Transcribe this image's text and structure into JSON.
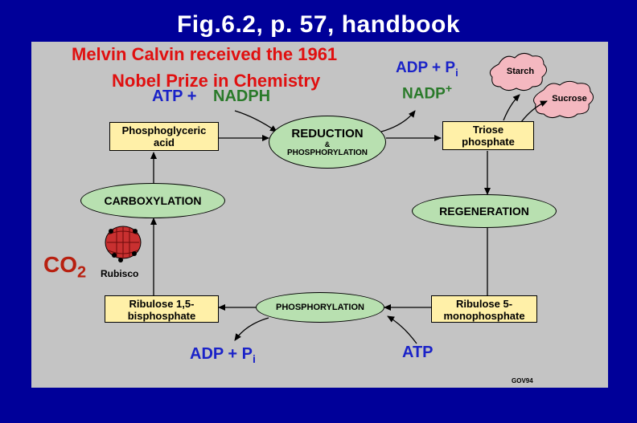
{
  "title": "Fig.6.2, p. 57, handbook",
  "note": {
    "line1": "Melvin Calvin received the 1961",
    "line2": "Nobel Prize in Chemistry"
  },
  "inputs": {
    "atp_plus": "ATP +",
    "nadph": "NADPH",
    "atp_bottom": "ATP",
    "co2": "CO",
    "co2_sub": "2"
  },
  "outputs": {
    "adp_pi_top": "ADP + P",
    "pi_sub_top": "i",
    "nadp": "NADP",
    "nadp_sup": "+",
    "adp_pi_bottom": "ADP + P",
    "pi_sub_bottom": "i"
  },
  "boxes": {
    "pga_line1": "Phosphoglyceric",
    "pga_line2": "acid",
    "triose_line1": "Triose",
    "triose_line2": "phosphate",
    "rbp_line1": "Ribulose 1,5-",
    "rbp_line2": "bisphosphate",
    "rmp_line1": "Ribulose 5-",
    "rmp_line2": "monophosphate"
  },
  "ovals": {
    "reduction": "REDUCTION",
    "reduction_amp": "&",
    "reduction_sub": "PHOSPHORYLATION",
    "carboxylation": "CARBOXYLATION",
    "regeneration": "REGENERATION",
    "phosphorylation": "PHOSPHORYLATION"
  },
  "clouds": {
    "starch": "Starch",
    "sucrose": "Sucrose"
  },
  "enzyme": "Rubisco",
  "credit": "GOV94",
  "colors": {
    "background": "#000099",
    "panel": "#c4c4c4",
    "box_fill": "#fff0a8",
    "oval_fill": "#b8e0b0",
    "cloud_fill": "#f4b8c0",
    "rubisco": "#c83030",
    "note_red": "#e01010",
    "co2_red": "#b82010",
    "blue_text": "#1a22c8",
    "green_text": "#2a7a2a"
  }
}
